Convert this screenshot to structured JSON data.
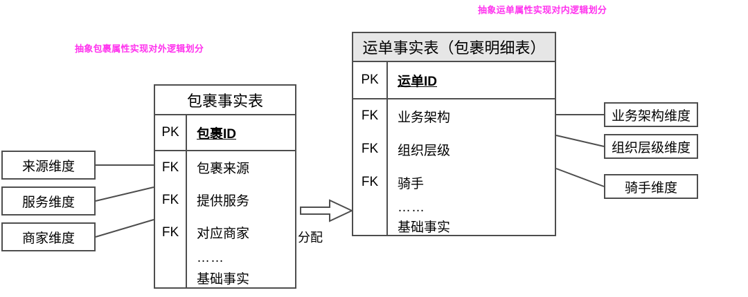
{
  "annotations": {
    "outer": "抽象包裹属性实现对外逻辑划分",
    "inner": "抽象运单属性实现对内逻辑划分",
    "color": "#ff33ee"
  },
  "left_dimensions": [
    {
      "label": "来源维度"
    },
    {
      "label": "服务维度"
    },
    {
      "label": "商家维度"
    }
  ],
  "right_dimensions": [
    {
      "label": "业务架构维度"
    },
    {
      "label": "组织层级维度"
    },
    {
      "label": "骑手维度"
    }
  ],
  "package_fact_table": {
    "title": "包裹事实表",
    "pk": {
      "key": "PK",
      "name": "包裹ID"
    },
    "rows": [
      {
        "key": "FK",
        "name": "包裹来源"
      },
      {
        "key": "FK",
        "name": "提供服务"
      },
      {
        "key": "FK",
        "name": "对应商家"
      },
      {
        "key": "",
        "name": "……"
      },
      {
        "key": "",
        "name": "基础事实"
      }
    ]
  },
  "waybill_fact_table": {
    "title": "运单事实表（包裹明细表）",
    "header_fill": "#e6e6e6",
    "pk": {
      "key": "PK",
      "name": "运单ID"
    },
    "rows": [
      {
        "key": "FK",
        "name": "业务架构"
      },
      {
        "key": "FK",
        "name": "组织层级"
      },
      {
        "key": "FK",
        "name": "骑手"
      },
      {
        "key": "",
        "name": "……"
      },
      {
        "key": "",
        "name": "基础事实"
      }
    ]
  },
  "flow": {
    "arrow_label": "分配",
    "arrow_direction": "right"
  }
}
